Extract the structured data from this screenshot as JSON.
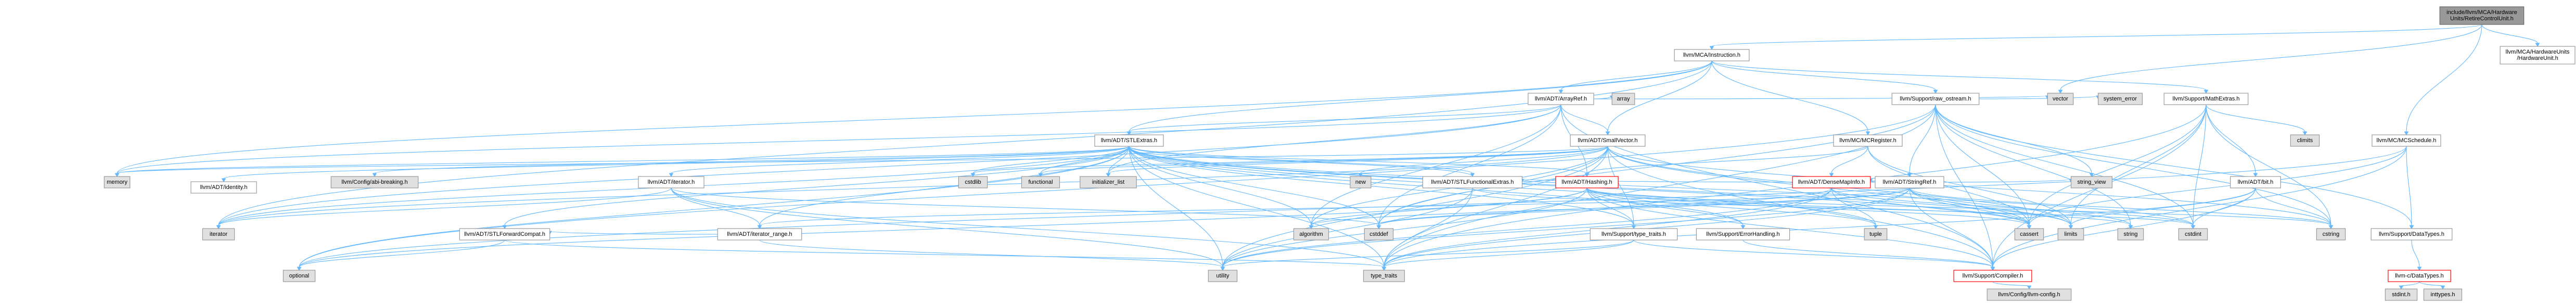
{
  "colors": {
    "edge": "#63b8ff",
    "node_border": "#999999",
    "node_fill": "#ffffff",
    "gray_fill": "#e0e0e0",
    "root_fill": "#999999",
    "red_border": "#ff0000",
    "text": "#000000"
  },
  "nodes": [
    {
      "id": "root",
      "lines": [
        "include/llvm/MCA/Hardware",
        "Units/RetireControlUnit.h"
      ],
      "style": "root"
    },
    {
      "id": "mca_instr",
      "lines": [
        "llvm/MCA/Instruction.h"
      ],
      "style": "normal"
    },
    {
      "id": "mca_hwunit",
      "lines": [
        "llvm/MCA/HardwareUnits",
        "/HardwareUnit.h"
      ],
      "style": "normal"
    },
    {
      "id": "mc_sched",
      "lines": [
        "llvm/MC/MCSchedule.h"
      ],
      "style": "normal"
    },
    {
      "id": "arrayref",
      "lines": [
        "llvm/ADT/ArrayRef.h"
      ],
      "style": "normal"
    },
    {
      "id": "raw_ostream",
      "lines": [
        "llvm/Support/raw_ostream.h"
      ],
      "style": "normal"
    },
    {
      "id": "vector",
      "lines": [
        "vector"
      ],
      "style": "gray"
    },
    {
      "id": "system_error",
      "lines": [
        "system_error"
      ],
      "style": "gray"
    },
    {
      "id": "array",
      "lines": [
        "array"
      ],
      "style": "gray"
    },
    {
      "id": "mcregister",
      "lines": [
        "llvm/MC/MCRegister.h"
      ],
      "style": "normal"
    },
    {
      "id": "stringref",
      "lines": [
        "llvm/ADT/StringRef.h"
      ],
      "style": "normal"
    },
    {
      "id": "mathextras",
      "lines": [
        "llvm/Support/MathExtras.h"
      ],
      "style": "normal"
    },
    {
      "id": "climits",
      "lines": [
        "climits"
      ],
      "style": "gray"
    },
    {
      "id": "stlextras",
      "lines": [
        "llvm/ADT/STLExtras.h"
      ],
      "style": "normal"
    },
    {
      "id": "smallvector",
      "lines": [
        "llvm/ADT/SmallVector.h"
      ],
      "style": "normal"
    },
    {
      "id": "memory",
      "lines": [
        "memory"
      ],
      "style": "gray"
    },
    {
      "id": "identity",
      "lines": [
        "llvm/ADT/identity.h"
      ],
      "style": "normal"
    },
    {
      "id": "abi_breaking",
      "lines": [
        "llvm/Config/abi-breaking.h"
      ],
      "style": "gray"
    },
    {
      "id": "iterator",
      "lines": [
        "llvm/ADT/iterator.h"
      ],
      "style": "normal"
    },
    {
      "id": "cstdlib",
      "lines": [
        "cstdlib"
      ],
      "style": "gray"
    },
    {
      "id": "functional",
      "lines": [
        "functional"
      ],
      "style": "gray"
    },
    {
      "id": "initializer_list",
      "lines": [
        "initializer_list"
      ],
      "style": "gray"
    },
    {
      "id": "new",
      "lines": [
        "new"
      ],
      "style": "gray"
    },
    {
      "id": "stl_functional",
      "lines": [
        "llvm/ADT/STLFunctionalExtras.h"
      ],
      "style": "normal"
    },
    {
      "id": "hashing",
      "lines": [
        "llvm/ADT/Hashing.h"
      ],
      "style": "red"
    },
    {
      "id": "densemapinfo",
      "lines": [
        "llvm/ADT/DenseMapInfo.h"
      ],
      "style": "red"
    },
    {
      "id": "string_view",
      "lines": [
        "string_view"
      ],
      "style": "gray"
    },
    {
      "id": "bit",
      "lines": [
        "llvm/ADT/bit.h"
      ],
      "style": "normal"
    },
    {
      "id": "iterator_range",
      "lines": [
        "llvm/ADT/iterator_range.h"
      ],
      "style": "normal"
    },
    {
      "id": "stlforward",
      "lines": [
        "llvm/ADT/STLForwardCompat.h"
      ],
      "style": "normal"
    },
    {
      "id": "iterator_std",
      "lines": [
        "iterator"
      ],
      "style": "gray"
    },
    {
      "id": "type_traits_llvm",
      "lines": [
        "llvm/Support/type_traits.h"
      ],
      "style": "normal"
    },
    {
      "id": "errorhandling",
      "lines": [
        "llvm/Support/ErrorHandling.h"
      ],
      "style": "normal"
    },
    {
      "id": "tuple",
      "lines": [
        "tuple"
      ],
      "style": "gray"
    },
    {
      "id": "algorithm",
      "lines": [
        "algorithm"
      ],
      "style": "gray"
    },
    {
      "id": "cstddef",
      "lines": [
        "cstddef"
      ],
      "style": "gray"
    },
    {
      "id": "cassert",
      "lines": [
        "cassert"
      ],
      "style": "gray"
    },
    {
      "id": "limits",
      "lines": [
        "limits"
      ],
      "style": "gray"
    },
    {
      "id": "string",
      "lines": [
        "string"
      ],
      "style": "gray"
    },
    {
      "id": "cstdint",
      "lines": [
        "cstdint"
      ],
      "style": "gray"
    },
    {
      "id": "cstring",
      "lines": [
        "cstring"
      ],
      "style": "gray"
    },
    {
      "id": "datatypes",
      "lines": [
        "llvm/Support/DataTypes.h"
      ],
      "style": "normal"
    },
    {
      "id": "optional",
      "lines": [
        "optional"
      ],
      "style": "gray"
    },
    {
      "id": "utility",
      "lines": [
        "utility"
      ],
      "style": "gray"
    },
    {
      "id": "type_traits",
      "lines": [
        "type_traits"
      ],
      "style": "gray"
    },
    {
      "id": "compiler",
      "lines": [
        "llvm/Support/Compiler.h"
      ],
      "style": "red"
    },
    {
      "id": "c_datatypes",
      "lines": [
        "llvm-c/DataTypes.h"
      ],
      "style": "red"
    },
    {
      "id": "llvm_config",
      "lines": [
        "llvm/Config/llvm-config.h"
      ],
      "style": "gray"
    },
    {
      "id": "stdint_h",
      "lines": [
        "stdint.h"
      ],
      "style": "gray"
    },
    {
      "id": "inttypes_h",
      "lines": [
        "inttypes.h"
      ],
      "style": "gray"
    }
  ],
  "edges": [
    [
      "root",
      "mca_instr"
    ],
    [
      "root",
      "mca_hwunit"
    ],
    [
      "root",
      "mc_sched"
    ],
    [
      "root",
      "vector"
    ],
    [
      "mca_instr",
      "arrayref"
    ],
    [
      "mca_instr",
      "stlextras"
    ],
    [
      "mca_instr",
      "smallvector"
    ],
    [
      "mca_instr",
      "mcregister"
    ],
    [
      "mca_instr",
      "mathextras"
    ],
    [
      "mca_instr",
      "raw_ostream"
    ],
    [
      "mca_instr",
      "memory"
    ],
    [
      "mca_instr",
      "iterator_std"
    ],
    [
      "arrayref",
      "array"
    ],
    [
      "arrayref",
      "vector"
    ],
    [
      "arrayref",
      "memory"
    ],
    [
      "arrayref",
      "stlextras"
    ],
    [
      "arrayref",
      "smallvector"
    ],
    [
      "arrayref",
      "hashing"
    ],
    [
      "arrayref",
      "cstddef"
    ],
    [
      "arrayref",
      "algorithm"
    ],
    [
      "arrayref",
      "iterator_std"
    ],
    [
      "arrayref",
      "initializer_list"
    ],
    [
      "arrayref",
      "compiler"
    ],
    [
      "raw_ostream",
      "stringref"
    ],
    [
      "raw_ostream",
      "system_error"
    ],
    [
      "raw_ostream",
      "string_view"
    ],
    [
      "raw_ostream",
      "cassert"
    ],
    [
      "raw_ostream",
      "cstddef"
    ],
    [
      "raw_ostream",
      "cstdint"
    ],
    [
      "raw_ostream",
      "cstring"
    ],
    [
      "raw_ostream",
      "string"
    ],
    [
      "raw_ostream",
      "type_traits"
    ],
    [
      "raw_ostream",
      "optional"
    ],
    [
      "raw_ostream",
      "compiler"
    ],
    [
      "raw_ostream",
      "datatypes"
    ],
    [
      "mcregister",
      "densemapinfo"
    ],
    [
      "mcregister",
      "hashing"
    ],
    [
      "mcregister",
      "cassert"
    ],
    [
      "mcregister",
      "limits"
    ],
    [
      "stringref",
      "densemapinfo"
    ],
    [
      "stringref",
      "stl_functional"
    ],
    [
      "stringref",
      "iterator_range"
    ],
    [
      "stringref",
      "compiler"
    ],
    [
      "stringref",
      "algorithm"
    ],
    [
      "stringref",
      "cassert"
    ],
    [
      "stringref",
      "cstddef"
    ],
    [
      "stringref",
      "cstring"
    ],
    [
      "stringref",
      "limits"
    ],
    [
      "stringref",
      "string"
    ],
    [
      "stringref",
      "string_view"
    ],
    [
      "stringref",
      "type_traits"
    ],
    [
      "stringref",
      "utility"
    ],
    [
      "mathextras",
      "bit"
    ],
    [
      "mathextras",
      "compiler"
    ],
    [
      "mathextras",
      "cassert"
    ],
    [
      "mathextras",
      "climits"
    ],
    [
      "mathextras",
      "cstdint"
    ],
    [
      "mathextras",
      "cstring"
    ],
    [
      "mathextras",
      "limits"
    ],
    [
      "mathextras",
      "type_traits"
    ],
    [
      "stlextras",
      "identity"
    ],
    [
      "stlextras",
      "abi_breaking"
    ],
    [
      "stlextras",
      "iterator"
    ],
    [
      "stlextras",
      "stl_functional"
    ],
    [
      "stlextras",
      "iterator_range"
    ],
    [
      "stlextras",
      "stlforward"
    ],
    [
      "stlextras",
      "hashing"
    ],
    [
      "stlextras",
      "errorhandling"
    ],
    [
      "stlextras",
      "algorithm"
    ],
    [
      "stlextras",
      "cassert"
    ],
    [
      "stlextras",
      "cstddef"
    ],
    [
      "stlextras",
      "cstdint"
    ],
    [
      "stlextras",
      "cstdlib"
    ],
    [
      "stlextras",
      "functional"
    ],
    [
      "stlextras",
      "initializer_list"
    ],
    [
      "stlextras",
      "iterator_std"
    ],
    [
      "stlextras",
      "limits"
    ],
    [
      "stlextras",
      "memory"
    ],
    [
      "stlextras",
      "optional"
    ],
    [
      "stlextras",
      "tuple"
    ],
    [
      "stlextras",
      "type_traits"
    ],
    [
      "stlextras",
      "utility"
    ],
    [
      "stlextras",
      "type_traits_llvm"
    ],
    [
      "smallvector",
      "compiler"
    ],
    [
      "smallvector",
      "type_traits_llvm"
    ],
    [
      "smallvector",
      "algorithm"
    ],
    [
      "smallvector",
      "cassert"
    ],
    [
      "smallvector",
      "cstddef"
    ],
    [
      "smallvector",
      "cstdlib"
    ],
    [
      "smallvector",
      "cstring"
    ],
    [
      "smallvector",
      "functional"
    ],
    [
      "smallvector",
      "initializer_list"
    ],
    [
      "smallvector",
      "iterator_std"
    ],
    [
      "smallvector",
      "limits"
    ],
    [
      "smallvector",
      "memory"
    ],
    [
      "smallvector",
      "new"
    ],
    [
      "smallvector",
      "type_traits"
    ],
    [
      "smallvector",
      "utility"
    ],
    [
      "iterator",
      "iterator_range"
    ],
    [
      "iterator",
      "cstddef"
    ],
    [
      "iterator",
      "iterator_std"
    ],
    [
      "iterator",
      "type_traits"
    ],
    [
      "iterator",
      "utility"
    ],
    [
      "stl_functional",
      "stlextras"
    ],
    [
      "stl_functional",
      "cstdint"
    ],
    [
      "stl_functional",
      "type_traits"
    ],
    [
      "stl_functional",
      "utility"
    ],
    [
      "hashing",
      "errorhandling"
    ],
    [
      "hashing",
      "compiler"
    ],
    [
      "hashing",
      "type_traits_llvm"
    ],
    [
      "hashing",
      "algorithm"
    ],
    [
      "hashing",
      "cassert"
    ],
    [
      "hashing",
      "cstring"
    ],
    [
      "hashing",
      "optional"
    ],
    [
      "hashing",
      "string"
    ],
    [
      "hashing",
      "tuple"
    ],
    [
      "hashing",
      "utility"
    ],
    [
      "densemapinfo",
      "cassert"
    ],
    [
      "densemapinfo",
      "cstddef"
    ],
    [
      "densemapinfo",
      "cstdint"
    ],
    [
      "densemapinfo",
      "tuple"
    ],
    [
      "densemapinfo",
      "type_traits"
    ],
    [
      "densemapinfo",
      "utility"
    ],
    [
      "bit",
      "compiler"
    ],
    [
      "bit",
      "cstdint"
    ],
    [
      "bit",
      "limits"
    ],
    [
      "bit",
      "type_traits"
    ],
    [
      "bit",
      "cstring"
    ],
    [
      "iterator_range",
      "stlforward"
    ],
    [
      "iterator_range",
      "utility"
    ],
    [
      "stlforward",
      "optional"
    ],
    [
      "stlforward",
      "type_traits"
    ],
    [
      "type_traits_llvm",
      "compiler"
    ],
    [
      "type_traits_llvm",
      "type_traits"
    ],
    [
      "type_traits_llvm",
      "utility"
    ],
    [
      "errorhandling",
      "compiler"
    ],
    [
      "mc_sched",
      "datatypes"
    ],
    [
      "mc_sched",
      "cassert"
    ],
    [
      "mc_sched",
      "optional"
    ],
    [
      "mc_sched",
      "compiler"
    ],
    [
      "datatypes",
      "c_datatypes"
    ],
    [
      "c_datatypes",
      "stdint_h"
    ],
    [
      "c_datatypes",
      "inttypes_h"
    ],
    [
      "compiler",
      "llvm_config"
    ]
  ]
}
